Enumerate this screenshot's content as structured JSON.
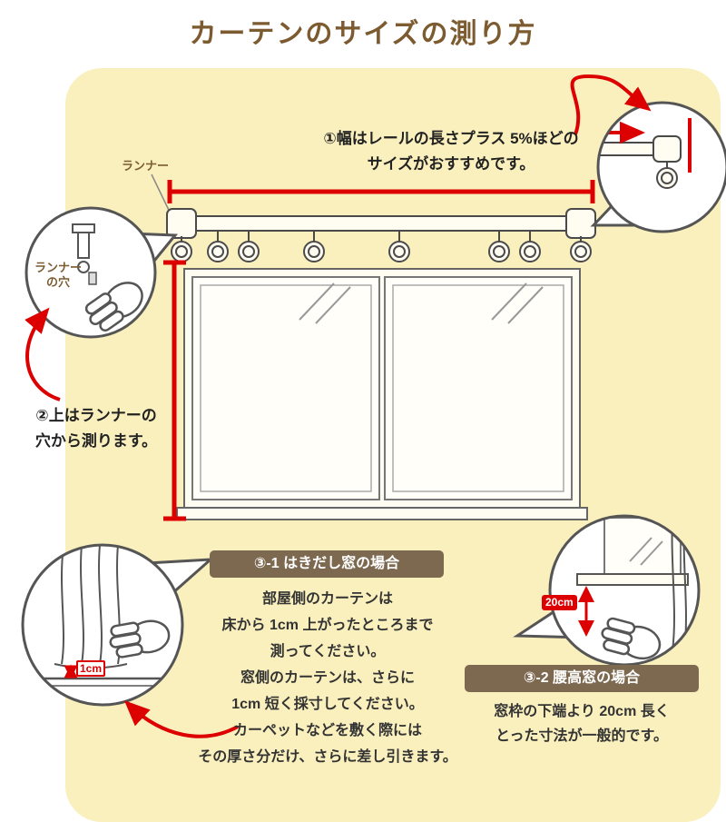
{
  "title": "カーテンのサイズの測り方",
  "steps": {
    "step1": {
      "line1": "①幅はレールの長さプラス 5%ほどの",
      "line2": "サイズがおすすめです。"
    },
    "step2": {
      "line1": "②上はランナーの",
      "line2": "穴から測ります。"
    }
  },
  "labels": {
    "runner": "ランナー",
    "runner_hole": "ランナーの穴",
    "cm1": "1cm",
    "cm20": "20cm"
  },
  "sections": {
    "s31": {
      "heading": "③-1 はきだし窓の場合",
      "lines": [
        "部屋側のカーテンは",
        "床から 1cm 上がったところまで",
        "測ってください。",
        "窓側のカーテンは、さらに",
        "1cm 短く採寸してください。",
        "カーペットなどを敷く際には",
        "その厚さ分だけ、さらに差し引きます。"
      ]
    },
    "s32": {
      "heading": "③-2 腰高窓の場合",
      "lines": [
        "窓枠の下端より 20cm 長く",
        "とった寸法が一般的です。"
      ]
    }
  },
  "colors": {
    "background_yellow": "#FAF0BE",
    "accent_red": "#DD0000",
    "title_brown": "#7B5B2F",
    "heading_bg": "#7D6950",
    "body_text": "#333333"
  }
}
